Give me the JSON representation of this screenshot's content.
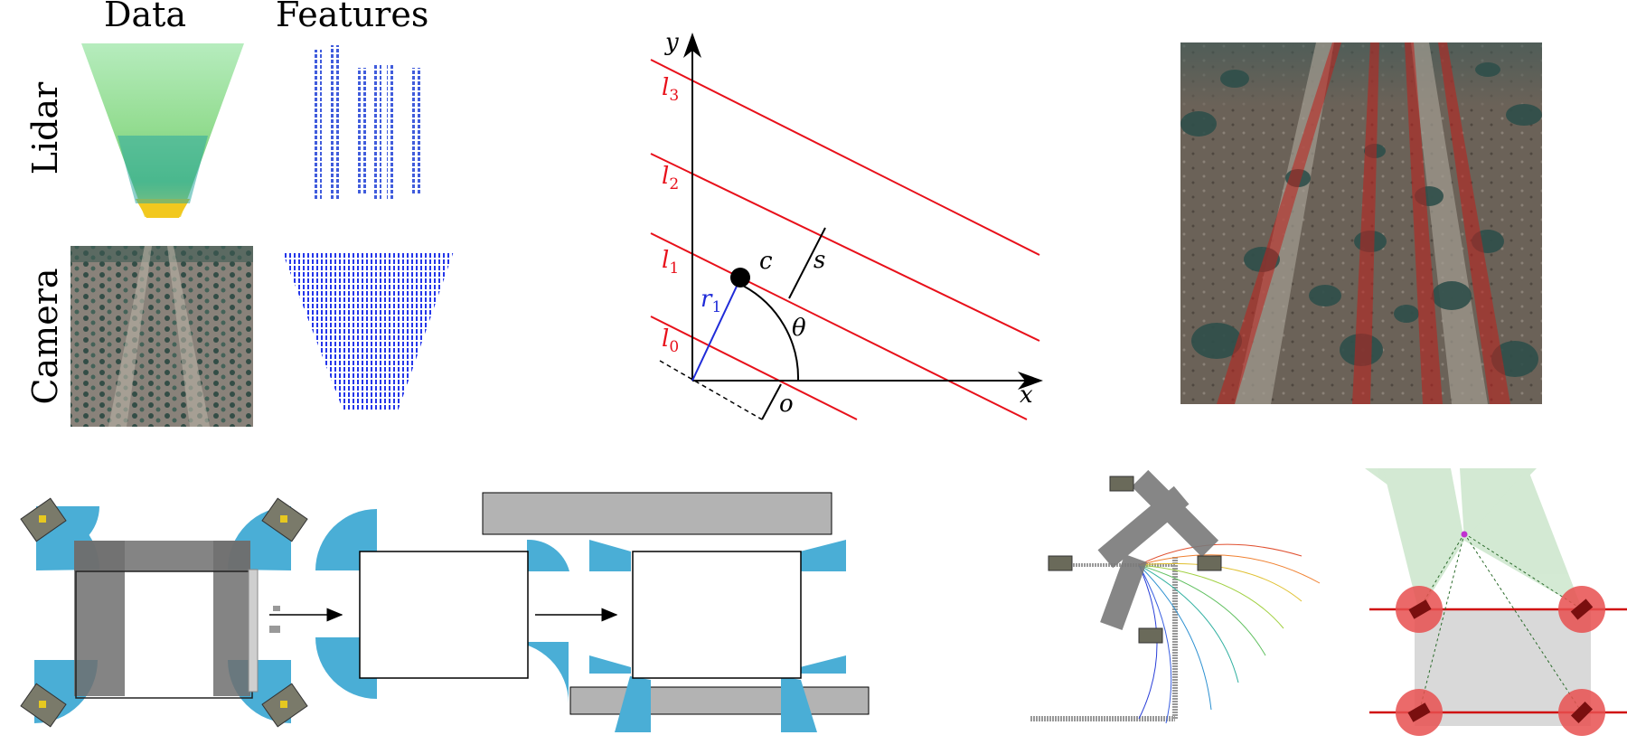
{
  "grid": {
    "col_headers": [
      "Data",
      "Features"
    ],
    "row_headers": [
      "Lidar",
      "Camera"
    ]
  },
  "geometry": {
    "axis_x": "x",
    "axis_y": "y",
    "lines": [
      "l",
      "l",
      "l",
      "l"
    ],
    "line_subscripts": [
      "3",
      "2",
      "1",
      "0"
    ],
    "center": "c",
    "radius": "r",
    "radius_subscript": "1",
    "spacing": "s",
    "offset": "o",
    "angle": "θ"
  },
  "colors": {
    "lines": "#e8101a",
    "radius": "#1f2bd8",
    "sensor_fov": "#4aaed6",
    "plate": "#b3b3b3",
    "crop_row_overlay": "#c0201c"
  }
}
